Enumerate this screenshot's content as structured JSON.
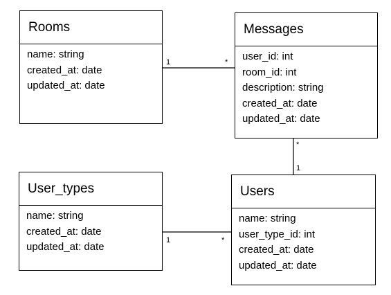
{
  "entities": {
    "rooms": {
      "name": "Rooms",
      "attributes": [
        "name: string",
        "created_at: date",
        "updated_at: date"
      ]
    },
    "messages": {
      "name": "Messages",
      "attributes": [
        "user_id: int",
        "room_id: int",
        "description: string",
        "created_at: date",
        "updated_at: date"
      ]
    },
    "user_types": {
      "name": "User_types",
      "attributes": [
        "name: string",
        "created_at: date",
        "updated_at: date"
      ]
    },
    "users": {
      "name": "Users",
      "attributes": [
        "name: string",
        "user_type_id: int",
        "created_at: date",
        "updated_at: date"
      ]
    }
  },
  "relationships": [
    {
      "from": "Rooms",
      "to": "Messages",
      "from_multiplicity": "1",
      "to_multiplicity": "*"
    },
    {
      "from": "Users",
      "to": "Messages",
      "from_multiplicity": "1",
      "to_multiplicity": "*"
    },
    {
      "from": "User_types",
      "to": "Users",
      "from_multiplicity": "1",
      "to_multiplicity": "*"
    }
  ]
}
